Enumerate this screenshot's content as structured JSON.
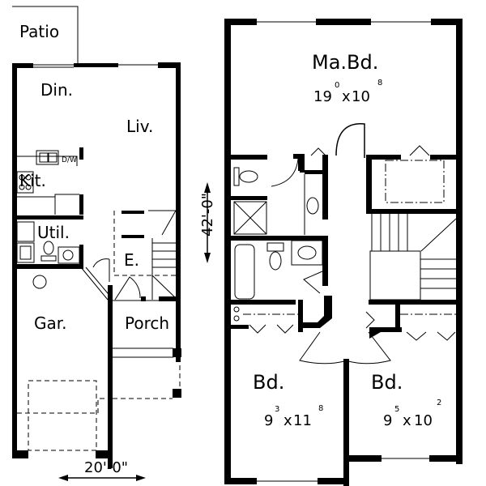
{
  "colors": {
    "wall": "#000000",
    "background": "#ffffff"
  },
  "first_floor": {
    "rooms": {
      "patio": "Patio",
      "dining": "Din.",
      "living": "Liv.",
      "kitchen": "Kit.",
      "dishwasher": "D/W",
      "utility": "Util.",
      "entry": "E.",
      "garage": "Gar.",
      "porch": "Porch"
    },
    "width_dimension": "20'-0\""
  },
  "second_floor": {
    "master_bedroom": {
      "label": "Ma.Bd.",
      "w_ft": "19",
      "w_in": "0",
      "x": "x",
      "d_ft": "10",
      "d_in": "8"
    },
    "bedroom_left": {
      "label": "Bd.",
      "w_ft": "9",
      "w_in": "3",
      "x": "x",
      "d_ft": "11",
      "d_in": "8"
    },
    "bedroom_right": {
      "label": "Bd.",
      "w_ft": "9",
      "w_in": "5",
      "x": "x",
      "d_ft": "10",
      "d_in": "2"
    }
  },
  "depth_dimension": "42'-0\""
}
